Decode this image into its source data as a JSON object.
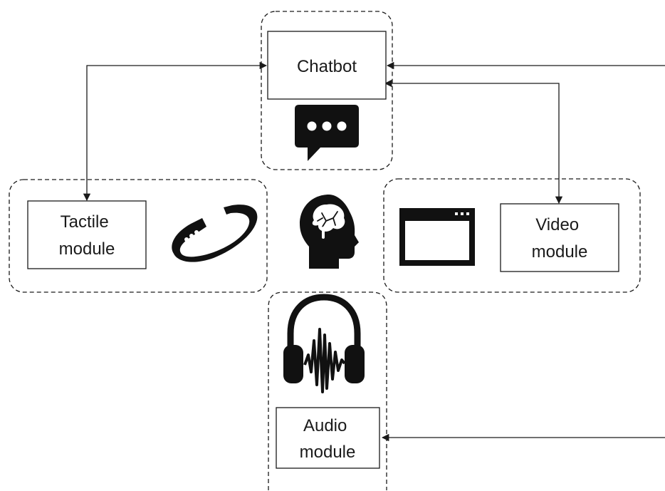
{
  "modules": {
    "chatbot": {
      "label": "Chatbot",
      "icon": "chat-bubble-icon"
    },
    "tactile": {
      "label_line1": "Tactile",
      "label_line2": "module",
      "icon": "wristband-icon"
    },
    "video": {
      "label_line1": "Video",
      "label_line2": "module",
      "icon": "browser-window-icon"
    },
    "audio": {
      "label_line1": "Audio",
      "label_line2": "module",
      "icon": "headphones-icon"
    }
  },
  "center": {
    "icon": "brain-head-icon"
  },
  "colors": {
    "stroke": "#1a1a1a",
    "icon": "#111111",
    "background": "#ffffff"
  }
}
